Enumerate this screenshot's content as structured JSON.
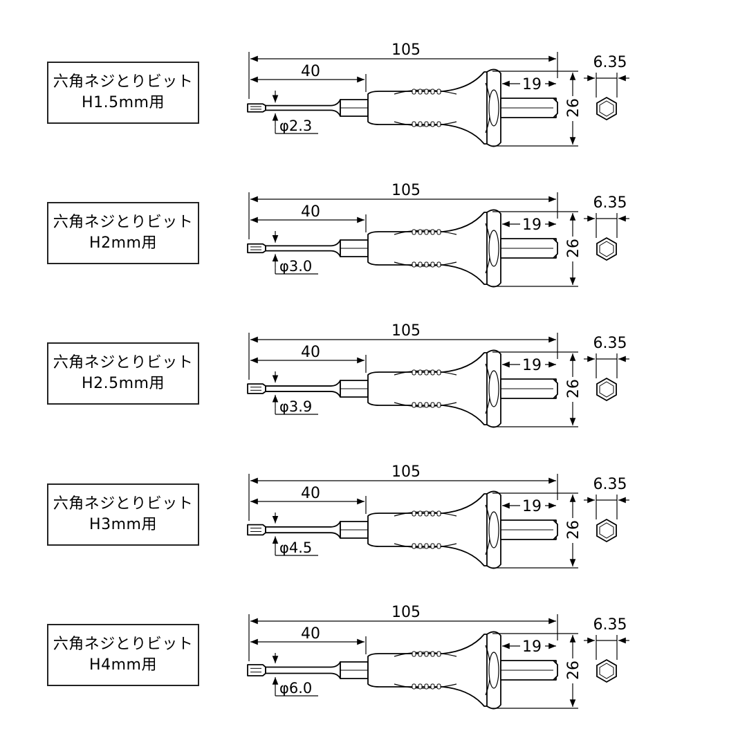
{
  "items": [
    {
      "name_line1": "六角ネジとりビット",
      "name_line2": "H1.5mm用",
      "overall_length": "105",
      "tip_length": "40",
      "tip_diameter": "φ2.3",
      "hex_length": "19",
      "handle_width": "26",
      "hex_size": "6.35",
      "tip_scale": 0.55
    },
    {
      "name_line1": "六角ネジとりビット",
      "name_line2": "H2mm用",
      "overall_length": "105",
      "tip_length": "40",
      "tip_diameter": "φ3.0",
      "hex_length": "19",
      "handle_width": "26",
      "hex_size": "6.35",
      "tip_scale": 0.65
    },
    {
      "name_line1": "六角ネジとりビット",
      "name_line2": "H2.5mm用",
      "overall_length": "105",
      "tip_length": "40",
      "tip_diameter": "φ3.9",
      "hex_length": "19",
      "handle_width": "26",
      "hex_size": "6.35",
      "tip_scale": 0.78
    },
    {
      "name_line1": "六角ネジとりビット",
      "name_line2": "H3mm用",
      "overall_length": "105",
      "tip_length": "40",
      "tip_diameter": "φ4.5",
      "hex_length": "19",
      "handle_width": "26",
      "hex_size": "6.35",
      "tip_scale": 0.88
    },
    {
      "name_line1": "六角ネジとりビット",
      "name_line2": "H4mm用",
      "overall_length": "105",
      "tip_length": "40",
      "tip_diameter": "φ6.0",
      "hex_length": "19",
      "handle_width": "26",
      "hex_size": "6.35",
      "tip_scale": 1.0
    }
  ]
}
